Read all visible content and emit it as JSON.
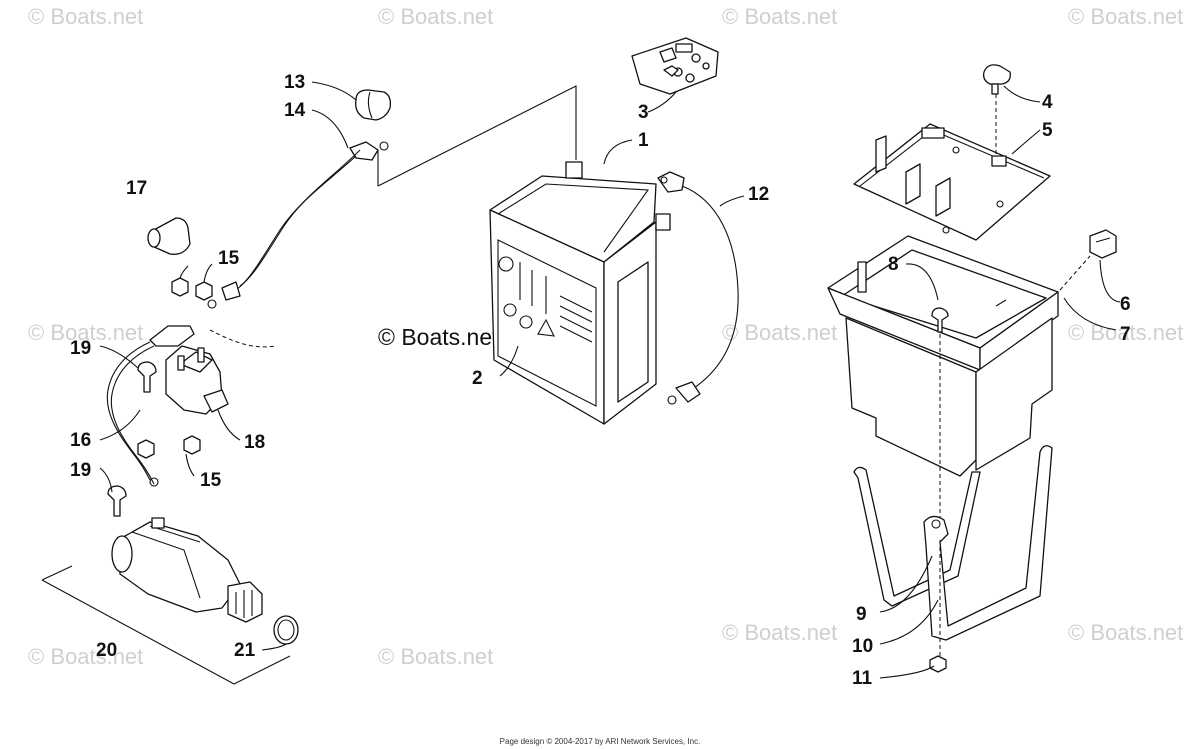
{
  "watermark": {
    "text": "© Boats.net"
  },
  "callouts": {
    "c1": "1",
    "c2": "2",
    "c3": "3",
    "c4": "4",
    "c5": "5",
    "c6": "6",
    "c7": "7",
    "c8": "8",
    "c9": "9",
    "c10": "10",
    "c11": "11",
    "c12": "12",
    "c13": "13",
    "c14": "14",
    "c15a": "15",
    "c15b": "15",
    "c16": "16",
    "c17": "17",
    "c18": "18",
    "c19a": "19",
    "c19b": "19",
    "c20": "20",
    "c21": "21"
  },
  "footer": {
    "copyright": "Page design © 2004-2017 by ARI Network Services, Inc."
  },
  "colors": {
    "line": "#111111",
    "watermark": "#cfcfcf",
    "background": "#ffffff"
  }
}
